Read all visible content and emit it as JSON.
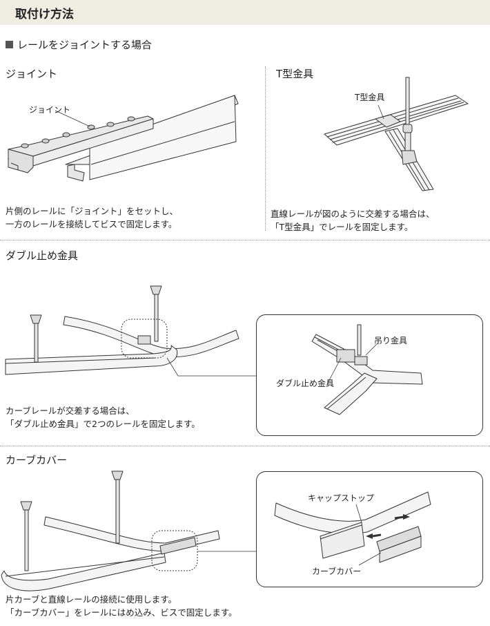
{
  "header": {
    "title": "取付け方法"
  },
  "section": {
    "heading": "レールをジョイントする場合"
  },
  "joint": {
    "title": "ジョイント",
    "part_label": "ジョイント",
    "desc": [
      "片側のレールに「ジョイント」をセットし、",
      "一方のレールを接続してビスで固定します。"
    ]
  },
  "tbracket": {
    "title": "T型金具",
    "part_label": "T型金具",
    "desc": [
      "直線レールが図のように交差する場合は、",
      "「T型金具」でレールを固定します。"
    ]
  },
  "double": {
    "title": "ダブル止め金具",
    "label_hanger": "吊り金具",
    "label_double": "ダブル止め金具",
    "desc": [
      "カーブレールが交差する場合は、",
      "「ダブル止め金具」で2つのレールを固定します。"
    ]
  },
  "curve": {
    "title": "カーブカバー",
    "label_cap": "キャップストップ",
    "label_cover": "カーブカバー",
    "desc": [
      "片カーブと直線レールの接続に使用します。",
      "「カーブカバー」をレールにはめ込み、ビスで固定します。"
    ]
  },
  "colors": {
    "title_bg": "#efece2",
    "line": "#333333",
    "rail_fill": "#f2f2f2"
  }
}
